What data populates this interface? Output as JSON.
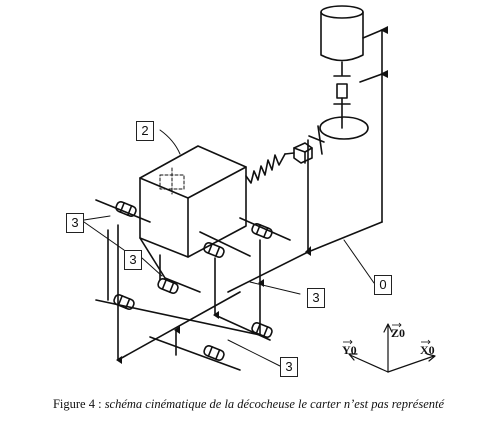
{
  "labels": {
    "l0": "0",
    "l2": "2",
    "l3a": "3",
    "l3b": "3",
    "l3c": "3",
    "l3d": "3"
  },
  "axes": {
    "z": "Z0",
    "y": "Y0",
    "x": "X0"
  },
  "caption": {
    "prefix": "Figure 4 : ",
    "text": "schéma cinématique de la décocheuse le carter n’est pas représenté"
  }
}
